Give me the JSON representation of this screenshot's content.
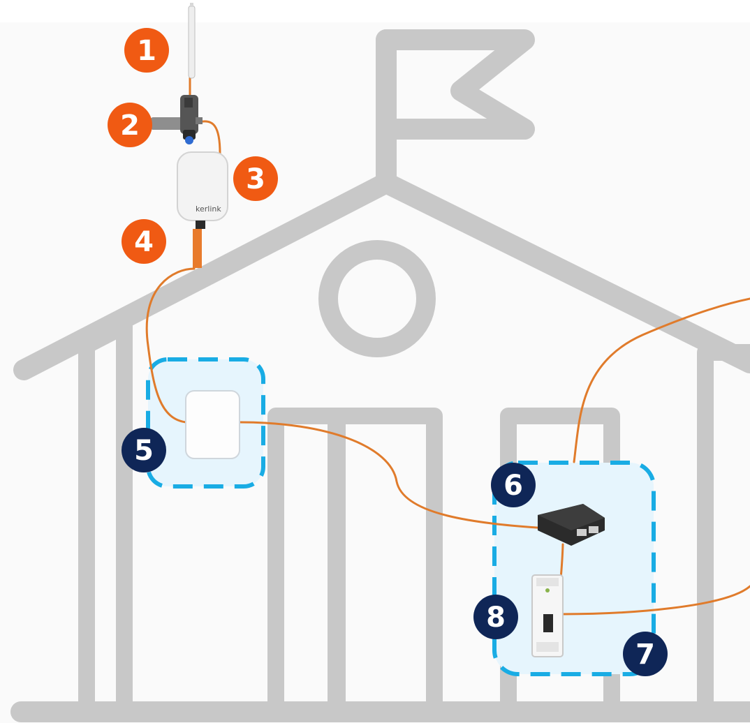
{
  "colors": {
    "building": "#c8c8c8",
    "background": "#fafafa",
    "zone_fill": "#e6f5fd",
    "zone_border": "#19ace4",
    "cable": "#e07b2b",
    "badge_orange": "#f05a13",
    "badge_navy": "#0f2657"
  },
  "badges": [
    {
      "label": "1",
      "color": "orange"
    },
    {
      "label": "2",
      "color": "orange"
    },
    {
      "label": "3",
      "color": "orange"
    },
    {
      "label": "4",
      "color": "orange"
    },
    {
      "label": "5",
      "color": "navy"
    },
    {
      "label": "6",
      "color": "navy"
    },
    {
      "label": "7",
      "color": "navy"
    },
    {
      "label": "8",
      "color": "navy"
    }
  ],
  "gateway_brand": "kerlink",
  "devices": {
    "antenna": "antenna-icon",
    "surge_arrester": "surge-arrester-icon",
    "gateway": "gateway-icon",
    "cable_connector": "cable-connector-icon",
    "access_point": "access-point-icon",
    "poe_injector": "poe-injector-icon",
    "circuit_breaker": "circuit-breaker-icon"
  }
}
